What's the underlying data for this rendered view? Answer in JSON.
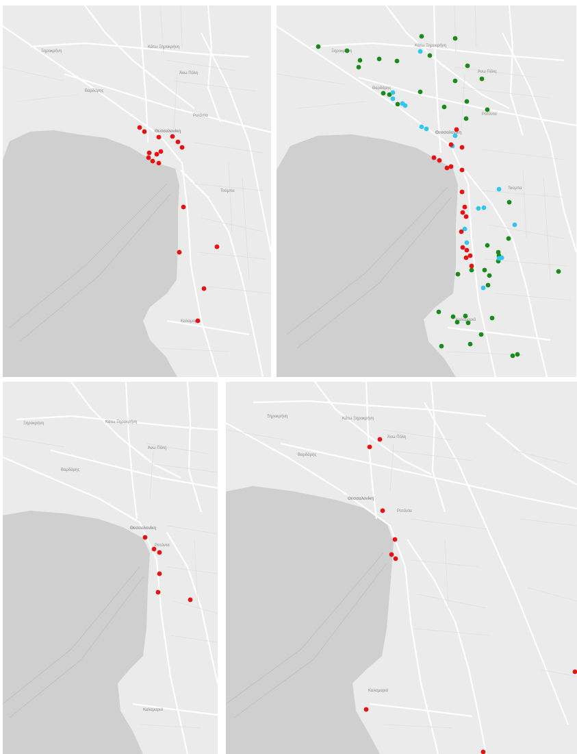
{
  "colors": {
    "land": "#ebebeb",
    "sea": "#cfcfcf",
    "road": "#ffffff",
    "road_edge": "#d9d9d9",
    "label": "#8a8a8a",
    "red": "#e8110f",
    "green": "#1a8a1a",
    "cyan": "#31c6ef"
  },
  "icons": {
    "poi": "location-pin-icon"
  },
  "panels": [
    {
      "id": "p1",
      "red": [
        [
          200,
          178
        ],
        [
          207,
          184
        ],
        [
          228,
          192
        ],
        [
          248,
          191
        ],
        [
          256,
          199
        ],
        [
          262,
          207
        ],
        [
          214,
          215
        ],
        [
          225,
          217
        ],
        [
          231,
          213
        ],
        [
          213,
          222
        ],
        [
          219,
          227
        ],
        [
          228,
          230
        ],
        [
          264,
          294
        ],
        [
          258,
          360
        ],
        [
          313,
          352
        ],
        [
          294,
          413
        ],
        [
          285,
          460
        ]
      ],
      "green": [],
      "cyan": []
    },
    {
      "id": "p2",
      "green": [
        [
          61,
          60
        ],
        [
          212,
          45
        ],
        [
          103,
          66
        ],
        [
          122,
          80
        ],
        [
          120,
          90
        ],
        [
          150,
          78
        ],
        [
          176,
          81
        ],
        [
          224,
          73
        ],
        [
          261,
          48
        ],
        [
          279,
          88
        ],
        [
          300,
          107
        ],
        [
          261,
          110
        ],
        [
          156,
          128
        ],
        [
          165,
          130
        ],
        [
          210,
          126
        ],
        [
          177,
          144
        ],
        [
          245,
          148
        ],
        [
          278,
          140
        ],
        [
          308,
          152
        ],
        [
          277,
          165
        ],
        [
          340,
          287
        ],
        [
          308,
          350
        ],
        [
          324,
          360
        ],
        [
          324,
          373
        ],
        [
          339,
          340
        ],
        [
          304,
          386
        ],
        [
          325,
          365
        ],
        [
          285,
          386
        ],
        [
          311,
          394
        ],
        [
          265,
          392
        ],
        [
          309,
          408
        ],
        [
          237,
          447
        ],
        [
          258,
          454
        ],
        [
          276,
          453
        ],
        [
          264,
          462
        ],
        [
          280,
          463
        ],
        [
          299,
          480
        ],
        [
          283,
          494
        ],
        [
          315,
          456
        ],
        [
          241,
          497
        ],
        [
          345,
          511
        ],
        [
          352,
          509
        ],
        [
          412,
          388
        ]
      ],
      "cyan": [
        [
          210,
          67
        ],
        [
          170,
          127
        ],
        [
          170,
          136
        ],
        [
          184,
          143
        ],
        [
          188,
          146
        ],
        [
          212,
          177
        ],
        [
          219,
          180
        ],
        [
          261,
          190
        ],
        [
          257,
          205
        ],
        [
          325,
          268
        ],
        [
          295,
          296
        ],
        [
          303,
          295
        ],
        [
          275,
          326
        ],
        [
          278,
          346
        ],
        [
          348,
          320
        ],
        [
          325,
          369
        ],
        [
          329,
          368
        ],
        [
          302,
          412
        ]
      ],
      "red": [
        [
          263,
          181
        ],
        [
          255,
          203
        ],
        [
          271,
          207
        ],
        [
          230,
          222
        ],
        [
          238,
          226
        ],
        [
          249,
          237
        ],
        [
          255,
          235
        ],
        [
          271,
          240
        ],
        [
          271,
          272
        ],
        [
          275,
          294
        ],
        [
          272,
          302
        ],
        [
          277,
          308
        ],
        [
          270,
          330
        ],
        [
          272,
          353
        ],
        [
          278,
          357
        ],
        [
          283,
          365
        ],
        [
          277,
          368
        ],
        [
          285,
          380
        ]
      ]
    },
    {
      "id": "p3",
      "red": [
        [
          208,
          227
        ],
        [
          221,
          244
        ],
        [
          229,
          249
        ],
        [
          229,
          280
        ],
        [
          227,
          307
        ],
        [
          274,
          318
        ]
      ],
      "green": [],
      "cyan": []
    },
    {
      "id": "p4",
      "red": [
        [
          210,
          95
        ],
        [
          225,
          84
        ],
        [
          229,
          188
        ],
        [
          247,
          230
        ],
        [
          242,
          252
        ],
        [
          248,
          258
        ],
        [
          205,
          478
        ],
        [
          510,
          423
        ],
        [
          376,
          540
        ]
      ],
      "green": [],
      "cyan": []
    }
  ]
}
